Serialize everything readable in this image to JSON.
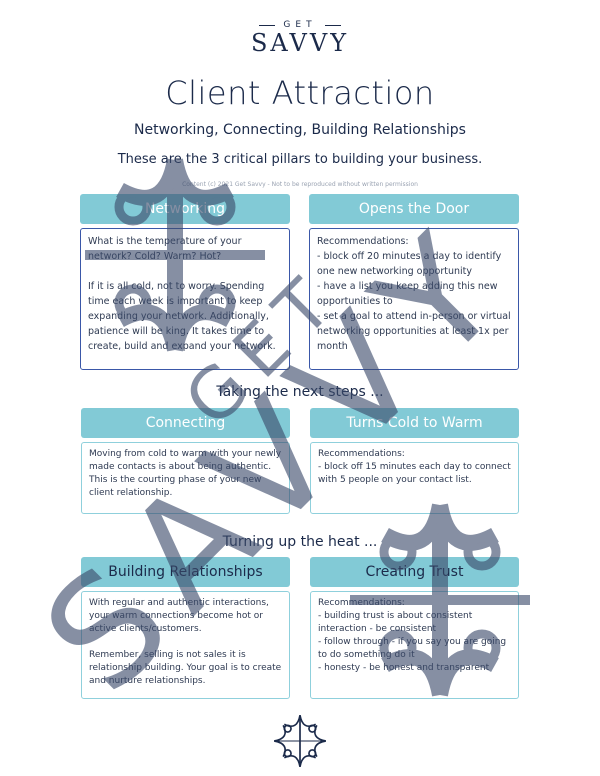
{
  "logo": {
    "top": "GET",
    "main": "SAVVY"
  },
  "title": "Client Attraction",
  "subtitle": "Networking, Connecting, Building Relationships",
  "tagline": "These are the 3 critical pillars to building your business.",
  "copyright": "Content (c) 2021 Get Savvy - Not to be reproduced without written permission",
  "sections": [
    {
      "heading": "",
      "left": {
        "header": "Networking",
        "body": "What is the temperature of your network? Cold? Warm? Hot?\n\nIf it is all cold, not to worry. Spending time each week is important to keep expanding your network. Additionally, patience will be king. It takes time to create, build and expand your network."
      },
      "right": {
        "header": "Opens the Door",
        "body": "Recommendations:\n- block off 20 minutes a day to identify one new networking opportunity\n- have a list you keep adding this new opportunities to\n- set a goal to attend in-person or virtual networking opportunities at least 1x per month"
      }
    },
    {
      "heading": "Taking the next steps ...",
      "left": {
        "header": "Connecting",
        "body": "Moving from cold to warm with your newly made contacts is about being authentic. This is the courting phase of your new client relationship."
      },
      "right": {
        "header": "Turns Cold to Warm",
        "body": "Recommendations:\n- block off 15 minutes each day to connect with 5 people on your contact list."
      }
    },
    {
      "heading": "Turning up the heat ...",
      "left": {
        "header": "Building Relationships",
        "body": "With regular and authentic interactions, your warm connections become hot or active clients/customers.\n\nRemember, selling is not sales it is relationship building. Your goal is to create and nurture relationships."
      },
      "right": {
        "header": "Creating Trust",
        "body": "Recommendations:\n- building trust is about consistent interaction - be consistent\n- follow through - if you say you are going to do something do it\n- honesty - be honest and transparent"
      }
    }
  ],
  "watermark": {
    "text": "GET SAVVY"
  },
  "colors": {
    "navy": "#1b2a4a",
    "teal": "#82cad6",
    "border_blue": "#3a57a8",
    "watermark": "#3d4b6b"
  }
}
